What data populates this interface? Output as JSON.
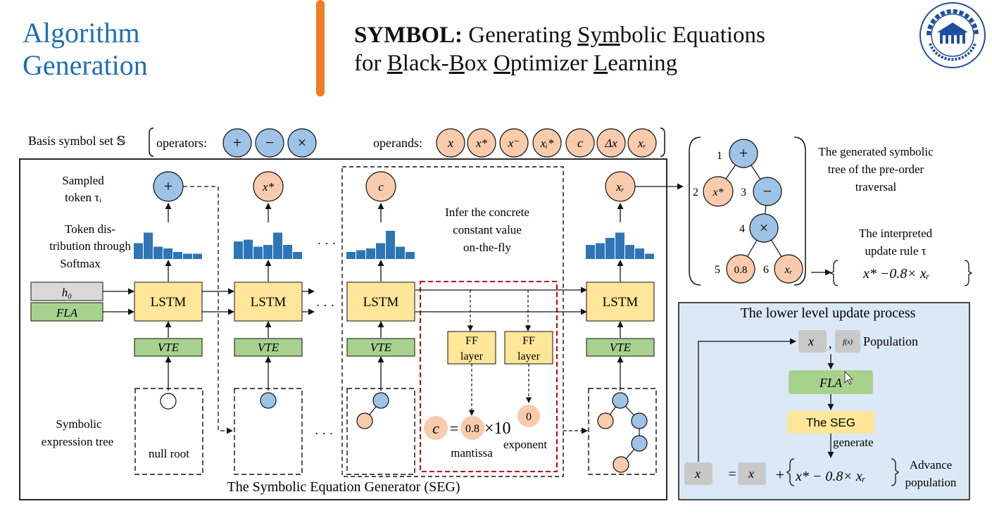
{
  "slide_title_line1": "Algorithm",
  "slide_title_line2": "Generation",
  "header": {
    "bold": "SYMBOL:",
    "line1_parts": [
      " Generating ",
      "Sym",
      "bolic Equations"
    ],
    "line2_parts": [
      "for ",
      "B",
      "lack-",
      "B",
      "ox ",
      "O",
      "ptimizer ",
      "L",
      "earning"
    ]
  },
  "basis": {
    "label": "Basis symbol set 𝕊",
    "operators_label": "operators:",
    "operators": [
      "+",
      "−",
      "×"
    ],
    "operands_label": "operands:",
    "operands": [
      "x",
      "x*",
      "x⁻",
      "xᵢ*",
      "c",
      "Δx",
      "xᵣ"
    ]
  },
  "left_labels": {
    "sampled_token_1": "Sampled",
    "sampled_token_2": "token τᵢ",
    "token_dist_1": "Token dis-",
    "token_dist_2": "tribution through",
    "token_dist_3": "Softmax",
    "sym_tree_1": "Symbolic",
    "sym_tree_2": "expression tree"
  },
  "inputs": {
    "h0": "h₀",
    "fla": "FLA"
  },
  "blocks": {
    "lstm": "LSTM",
    "vte": "VTE",
    "ff_line1": "FF",
    "ff_line2": "layer",
    "ellipsis": "· · ·"
  },
  "tokens": [
    "+",
    "x*",
    "c",
    "xᵣ"
  ],
  "infer_text": [
    "Infer the concrete",
    "constant value",
    "on-the-fly"
  ],
  "constant": {
    "c": "c",
    "equals": "=",
    "mantissa_value": "0.8",
    "times10": "×10",
    "exponent_value": "0",
    "mantissa_label": "mantissa",
    "exponent_label": "exponent"
  },
  "null_root": "null root",
  "seg_caption": "The Symbolic Equation Generator (SEG)",
  "generated_tree": {
    "caption": [
      "The generated symbolic",
      "tree of the pre-order",
      "traversal"
    ],
    "nodes": [
      {
        "idx": "1",
        "sym": "+"
      },
      {
        "idx": "2",
        "sym": "x*"
      },
      {
        "idx": "3",
        "sym": "−"
      },
      {
        "idx": "4",
        "sym": "×"
      },
      {
        "idx": "5",
        "sym": "0.8"
      },
      {
        "idx": "6",
        "sym": "xᵣ"
      }
    ]
  },
  "update_rule": {
    "caption": [
      "The interpreted",
      "update rule τ"
    ],
    "expr": "x* −0.8× xᵣ"
  },
  "lower_level": {
    "title": "The lower level update process",
    "x": "x",
    "comma": ",",
    "fx": "f(x)",
    "population": "Population",
    "fla": "FLA",
    "seg": "The SEG",
    "generate": "generate",
    "equals": "=",
    "plus": "+",
    "expr": "x* − 0.8× xᵣ",
    "advance_1": "Advance",
    "advance_2": "population"
  },
  "colors": {
    "blue_node": "#9dc3e6",
    "orange_node": "#f8cbad",
    "lstm": "#ffe699",
    "vte": "#a9d18e",
    "bar": "#2e75b6",
    "lower_panel": "#dbe8f6",
    "red_dash": "#c00000",
    "title_blue": "#1f6fb4",
    "accent_orange": "#ef7d22"
  }
}
